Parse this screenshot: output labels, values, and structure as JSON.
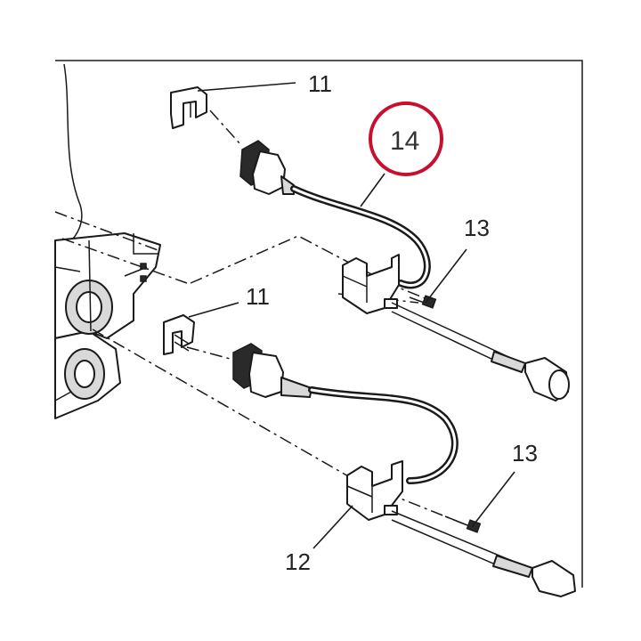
{
  "callouts": {
    "clip_top": "11",
    "clip_lower": "11",
    "cable_highlight": "14",
    "screw_top": "13",
    "screw_lower": "13",
    "housing_lower": "12"
  },
  "colors": {
    "highlight_ring": "#c8102e",
    "line": "#1a1a1a",
    "background": "#ffffff"
  }
}
